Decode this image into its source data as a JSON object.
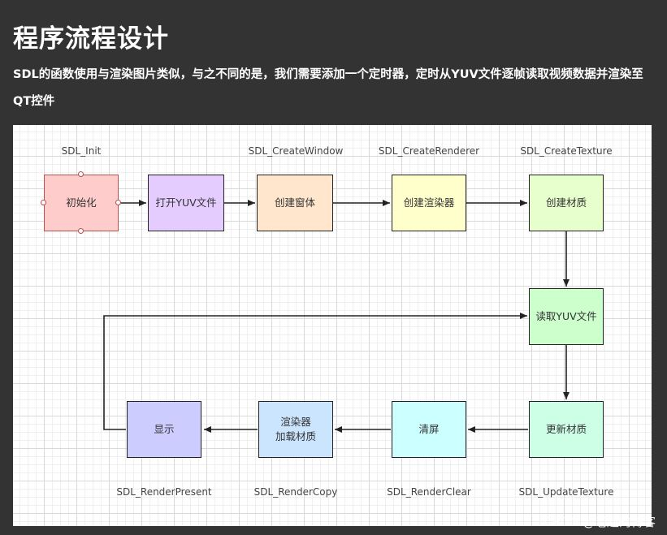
{
  "heading": "程序流程设计",
  "description": "SDL的函数使用与渲染图片类似，与之不同的是，我们需要添加一个定时器，定时从YUV文件逐帧读取视频数据并渲染至QT控件",
  "nodes": {
    "init": "初始化",
    "open_yuv": "打开YUV文件",
    "create_window": "创建窗体",
    "create_renderer": "创建渲染器",
    "create_texture": "创建材质",
    "read_yuv": "读取YUV文件",
    "update_texture": "更新材质",
    "clear": "清屏",
    "render_copy": "渲染器\n加载材质",
    "present": "显示"
  },
  "functions": {
    "init": "SDL_Init",
    "create_window": "SDL_CreateWindow",
    "create_renderer": "SDL_CreateRenderer",
    "create_texture": "SDL_CreateTexture",
    "present": "SDL_RenderPresent",
    "render_copy": "SDL_RenderCopy",
    "render_clear": "SDL_RenderClear",
    "update_texture": "SDL_UpdateTexture"
  },
  "colors": {
    "init": "#ffcccc",
    "open_yuv": "#e5ccff",
    "create_window": "#ffe6cc",
    "create_renderer": "#ffffcc",
    "create_texture": "#e6ffcc",
    "read_yuv": "#ccffcc",
    "update_texture": "#ccffe6",
    "clear": "#ccffff",
    "render_copy": "#cce5ff",
    "present": "#ccccff"
  },
  "watermark": "CSDN @老赵的博客"
}
